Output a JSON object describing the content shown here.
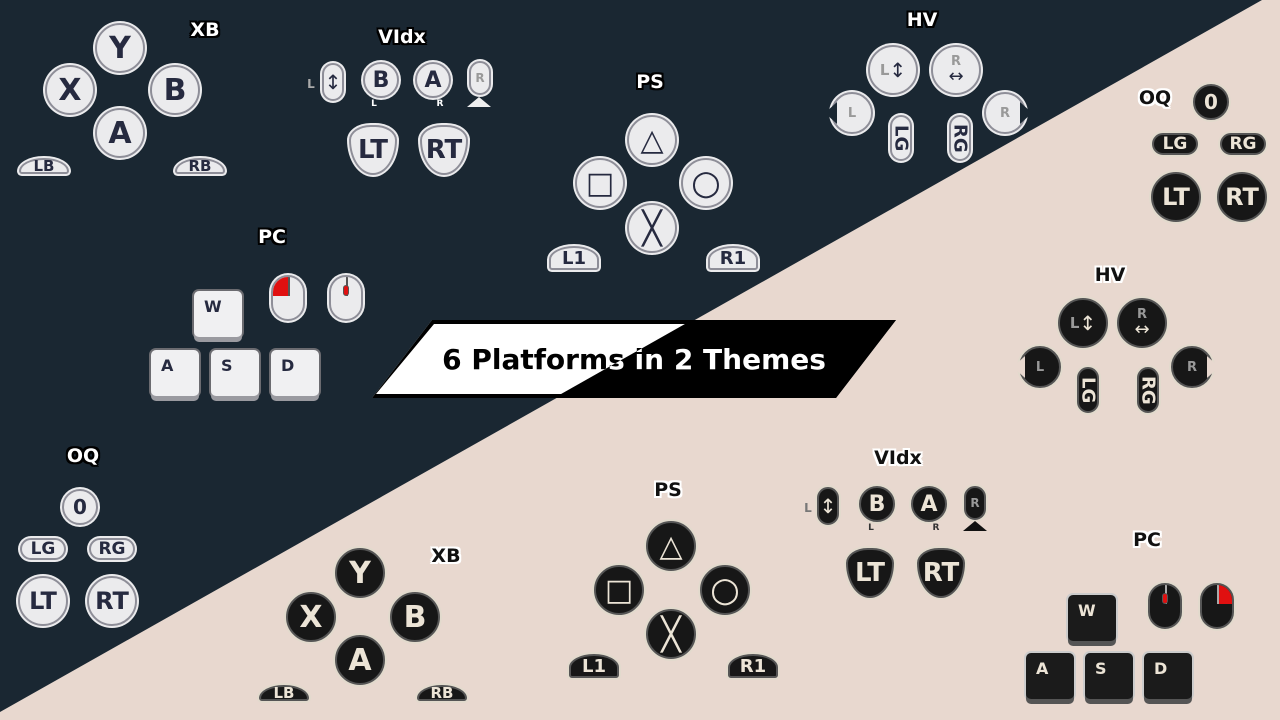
{
  "title": "6 Platforms in 2 Themes",
  "colors": {
    "dark_bg": "#1a2732",
    "light_bg": "#e8d8cf",
    "mouse_highlight": "#e01010"
  },
  "light_theme": {
    "xb": {
      "title": "XB",
      "y": "Y",
      "x": "X",
      "b": "B",
      "a": "A",
      "lb": "LB",
      "rb": "RB"
    },
    "vidx": {
      "title": "VIdx",
      "l": "L",
      "b": "B",
      "b_sub": "L",
      "a": "A",
      "a_sub": "R",
      "r": "R",
      "lt": "LT",
      "rt": "RT"
    },
    "ps": {
      "title": "PS",
      "l1": "L1",
      "r1": "R1"
    },
    "hv": {
      "title": "HV",
      "ls": "L",
      "rs": "R",
      "l": "L",
      "r": "R",
      "lg": "LG",
      "rg": "RG"
    },
    "oq": {
      "title": "OQ",
      "o": "0",
      "lg": "LG",
      "rg": "RG",
      "lt": "LT",
      "rt": "RT"
    },
    "pc": {
      "title": "PC",
      "w": "W",
      "a": "A",
      "s": "S",
      "d": "D"
    }
  },
  "dark_theme": {
    "xb": {
      "title": "XB",
      "y": "Y",
      "x": "X",
      "b": "B",
      "a": "A",
      "lb": "LB",
      "rb": "RB"
    },
    "vidx": {
      "title": "VIdx",
      "l": "L",
      "b": "B",
      "b_sub": "L",
      "a": "A",
      "a_sub": "R",
      "r": "R",
      "lt": "LT",
      "rt": "RT"
    },
    "ps": {
      "title": "PS",
      "l1": "L1",
      "r1": "R1"
    },
    "hv": {
      "title": "HV",
      "ls": "L",
      "rs": "R",
      "l": "L",
      "r": "R",
      "lg": "LG",
      "rg": "RG"
    },
    "oq": {
      "title": "OQ",
      "o": "0",
      "lg": "LG",
      "rg": "RG",
      "lt": "LT",
      "rt": "RT"
    },
    "pc": {
      "title": "PC",
      "w": "W",
      "a": "A",
      "s": "S",
      "d": "D"
    }
  }
}
